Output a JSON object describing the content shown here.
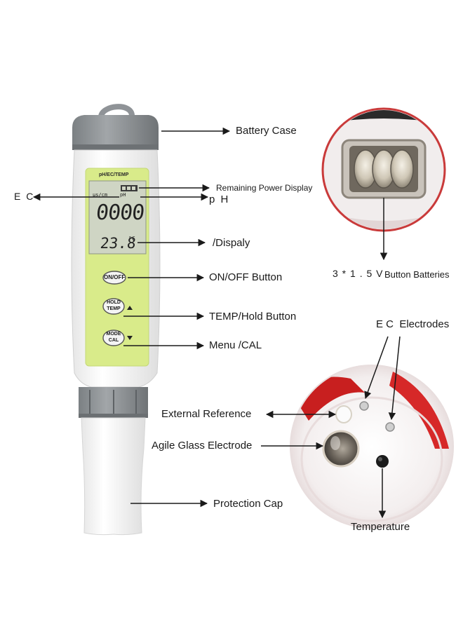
{
  "device": {
    "panel_title": "pH/EC/TEMP",
    "lcd": {
      "battery": "",
      "unit_ec": "µs/cm",
      "unit_ph": "pH",
      "main_reading": "0000",
      "temp_reading": "23.8",
      "temp_unit": "°C"
    },
    "buttons": {
      "on_off": "ON/OFF",
      "hold_top": "HOLD",
      "hold_bottom": "TEMP",
      "mode_top": "MODE",
      "mode_bottom": "CAL"
    }
  },
  "labels": {
    "battery_case": "Battery Case",
    "ec": "E C",
    "remaining_power": "Remaining Power Display",
    "ph": "p H",
    "display": "/Dispaly",
    "on_off_button": "ON/OFF Button",
    "temp_hold_button": "TEMP/Hold Button",
    "menu_cal": "Menu /CAL",
    "protection_cap": "Protection Cap",
    "batteries": "3 * 1 . 5 V",
    "batteries_suffix": "Button Batteries",
    "ec_electrodes": "E C  Electrodes",
    "external_reference": "External Reference",
    "glass_electrode": "Agile Glass Electrode",
    "temperature": "Temperature"
  },
  "colors": {
    "panel_green": "#d9eb8a",
    "lcd_bg": "#cfd5c4",
    "cap_gray": "#8d9194",
    "body_white": "#f6f6f6"
  }
}
